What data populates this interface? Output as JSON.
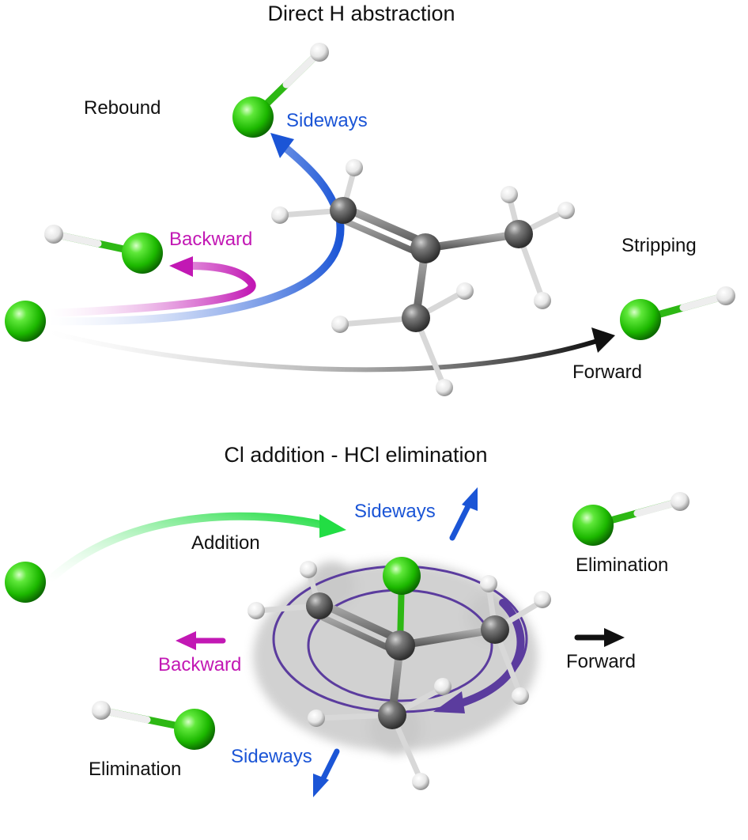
{
  "top_panel": {
    "title": "Direct H abstraction",
    "labels": {
      "rebound": "Rebound",
      "sideways": "Sideways",
      "backward": "Backward",
      "stripping": "Stripping",
      "forward": "Forward"
    }
  },
  "bottom_panel": {
    "title": "Cl addition - HCl elimination",
    "labels": {
      "sideways_top": "Sideways",
      "addition": "Addition",
      "elimination_right": "Elimination",
      "backward": "Backward",
      "forward": "Forward",
      "elimination_left": "Elimination",
      "sideways_bottom": "Sideways"
    }
  },
  "colors": {
    "chlorine": "#22cc00",
    "carbon": "#6b6b6b",
    "hydrogen": "#f2f2f2",
    "sideways": "#1b55d6",
    "backward": "#c218b4",
    "forward": "#111111",
    "addition": "#33e24a",
    "rotation": "#5b3c9e"
  }
}
